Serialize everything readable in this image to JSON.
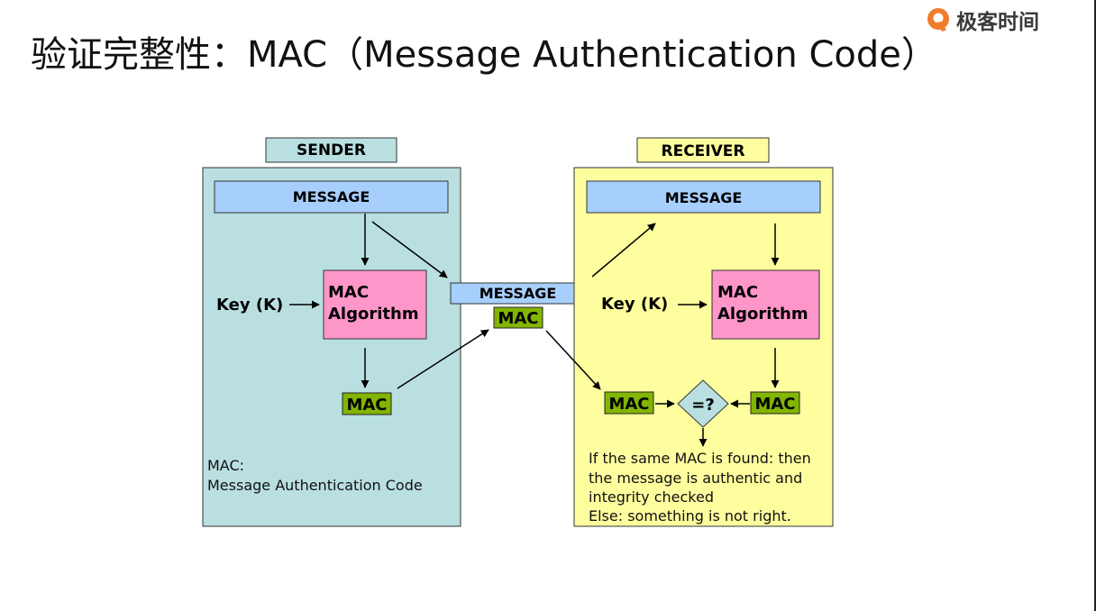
{
  "title": "验证完整性：MAC（Message Authentication Code）",
  "brand": {
    "name": "极客时间",
    "logo_icon": "geektime-logo-icon",
    "logo_color": "#f07c2d"
  },
  "colors": {
    "sender_panel": "#b9dfe1",
    "receiver_panel": "#fffe9f",
    "message_box": "#a7cffe",
    "mac_algorithm_box": "#fe96ca",
    "mac_tag": "#82b501"
  },
  "diagram": {
    "sender": {
      "header": "SENDER",
      "message": "MESSAGE",
      "key_label": "Key (K)",
      "algorithm_line1": "MAC",
      "algorithm_line2": "Algorithm",
      "mac_tag": "MAC",
      "note_line1": "MAC:",
      "note_line2": "Message Authentication Code"
    },
    "transit": {
      "message": "MESSAGE",
      "mac_tag": "MAC"
    },
    "receiver": {
      "header": "RECEIVER",
      "message": "MESSAGE",
      "key_label": "Key (K)",
      "algorithm_line1": "MAC",
      "algorithm_line2": "Algorithm",
      "received_mac": "MAC",
      "computed_mac": "MAC",
      "compare": "=?",
      "note_line1": "If the same MAC is found: then",
      "note_line2": "the message is authentic and",
      "note_line3": "integrity checked",
      "note_line4": "Else: something is not right."
    }
  }
}
